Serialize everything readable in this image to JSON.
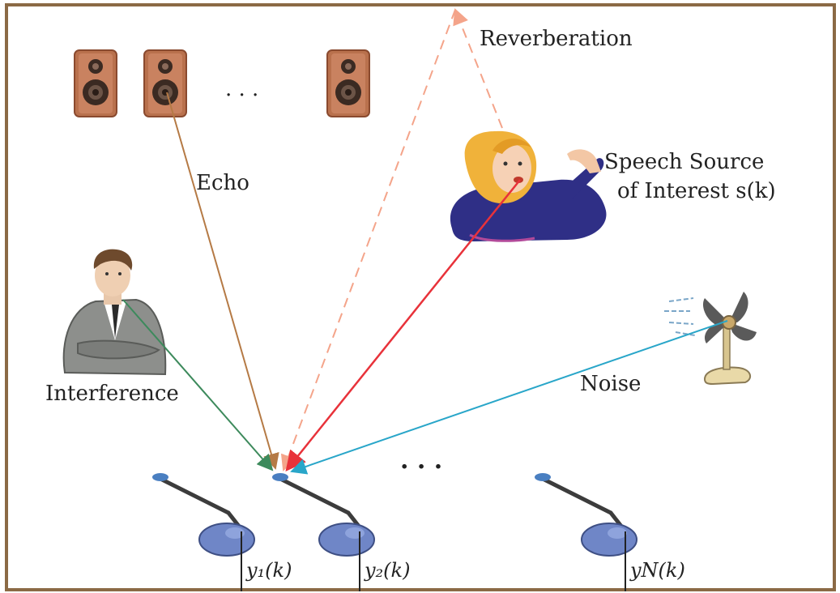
{
  "labels": {
    "reverberation": "Reverberation",
    "echo": "Echo",
    "speech_line1": "Speech Source",
    "speech_line2": "of Interest s(k)",
    "interference": "Interference",
    "noise": "Noise",
    "speaker_dots": ". . .",
    "mic_dots": ". . .",
    "mic1": "y₁(k)",
    "mic2": "y₂(k)",
    "micN": "yN(k)"
  },
  "icons": {
    "speakers": "loudspeaker-icon",
    "speech_source": "woman-speaking-icon",
    "interference": "man-icon",
    "noise": "fan-icon",
    "microphones": "microphone-icon"
  },
  "colors": {
    "frame": "#8b6a45",
    "echo_arrow": "#b57a45",
    "reverb_arrow": "#f4a48a",
    "speech_arrow": "#e8323a",
    "interference_arrow": "#3d8a5c",
    "noise_arrow": "#29a6c9"
  }
}
